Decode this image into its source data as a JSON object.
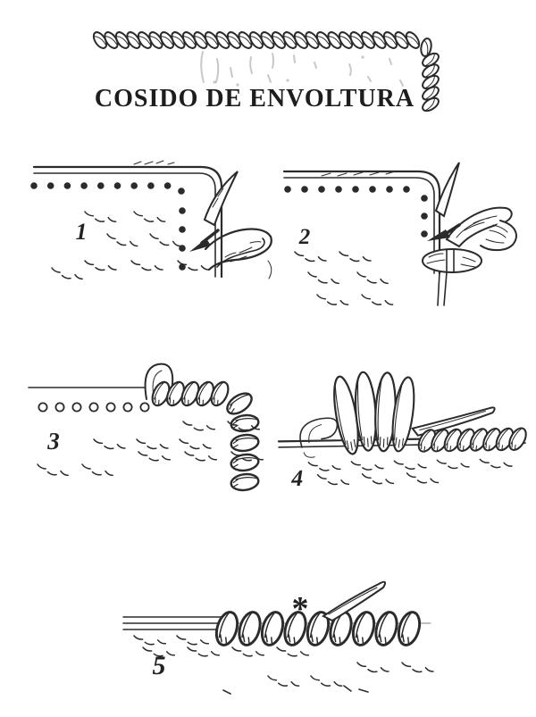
{
  "header": {
    "title": "COSIDO DE ENVOLTURA"
  },
  "figures": [
    {
      "number": "1"
    },
    {
      "number": "2"
    },
    {
      "number": "3"
    },
    {
      "number": "4"
    },
    {
      "number": "5",
      "marker": "*"
    }
  ],
  "colors": {
    "ink": "#2b2b2b",
    "paper": "#ffffff",
    "smudge": "#9a9a9a"
  }
}
